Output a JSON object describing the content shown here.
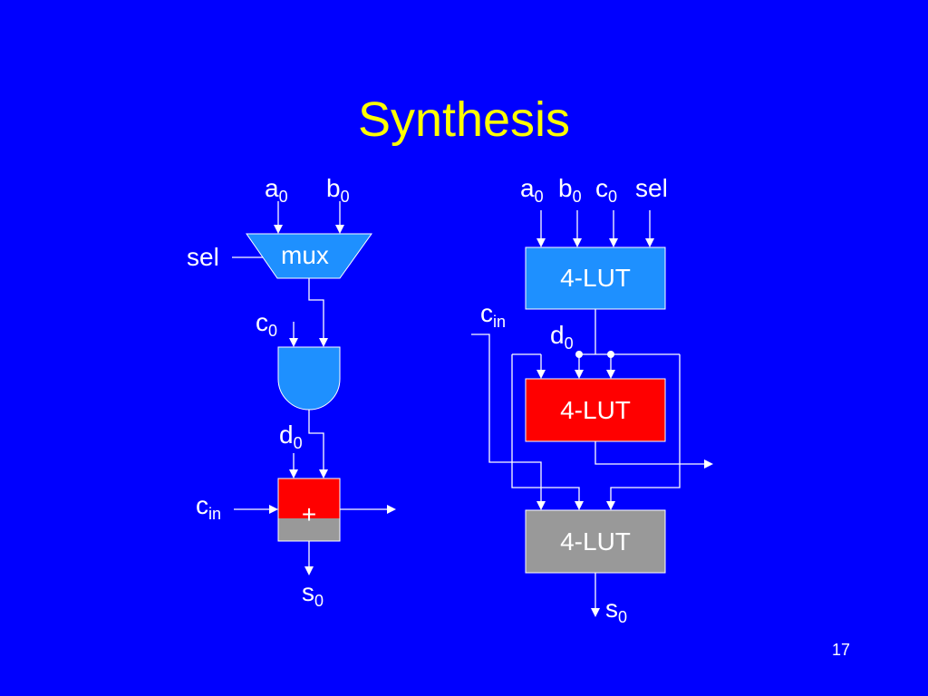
{
  "slide": {
    "title": "Synthesis",
    "page_number": "17"
  },
  "left_circuit": {
    "input_a": {
      "base": "a",
      "sub": "0"
    },
    "input_b": {
      "base": "b",
      "sub": "0"
    },
    "sel": "sel",
    "mux": "mux",
    "input_c": {
      "base": "c",
      "sub": "0"
    },
    "wire_d": {
      "base": "d",
      "sub": "0"
    },
    "carry_in": {
      "base": "c",
      "sub": "in"
    },
    "adder": "+",
    "output": {
      "base": "s",
      "sub": "0"
    }
  },
  "right_circuit": {
    "inputs": [
      {
        "base": "a",
        "sub": "0"
      },
      {
        "base": "b",
        "sub": "0"
      },
      {
        "base": "c",
        "sub": "0"
      },
      {
        "base": "sel",
        "sub": ""
      }
    ],
    "lut_top": "4-LUT",
    "lut_middle": "4-LUT",
    "lut_bottom": "4-LUT",
    "carry_in": {
      "base": "c",
      "sub": "in"
    },
    "wire_d": {
      "base": "d",
      "sub": "0"
    },
    "output": {
      "base": "s",
      "sub": "0"
    }
  },
  "colors": {
    "background": "#0000ff",
    "title": "#ffff00",
    "lut_top": "#1e90ff",
    "lut_middle": "#ff0000",
    "lut_bottom": "#999999",
    "mux": "#1e90ff",
    "and_gate": "#1e90ff",
    "adder_top": "#ff0000",
    "adder_bottom": "#999999"
  }
}
